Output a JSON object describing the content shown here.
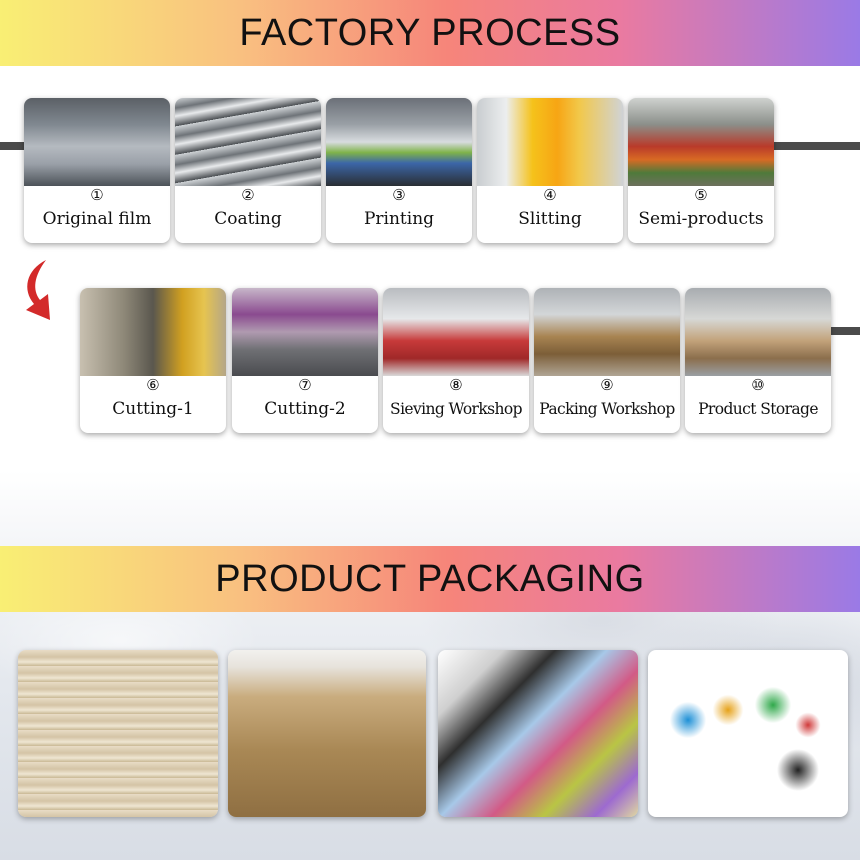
{
  "sections": {
    "factory_title": "FACTORY PROCESS",
    "packaging_title": "PRODUCT PACKAGING"
  },
  "steps": [
    {
      "num": "①",
      "label": "Original film"
    },
    {
      "num": "②",
      "label": "Coating"
    },
    {
      "num": "③",
      "label": "Printing"
    },
    {
      "num": "④",
      "label": "Slitting"
    },
    {
      "num": "⑤",
      "label": "Semi-products"
    },
    {
      "num": "⑥",
      "label": "Cutting-1"
    },
    {
      "num": "⑦",
      "label": "Cutting-2"
    },
    {
      "num": "⑧",
      "label": "Sieving Workshop"
    },
    {
      "num": "⑨",
      "label": "Packing Workshop"
    },
    {
      "num": "⑩",
      "label": "Product Storage"
    }
  ],
  "colors": {
    "banner_gradient": [
      "#f9ef74",
      "#f9c080",
      "#f6857a",
      "#ea7aa0",
      "#9a7ae6"
    ],
    "arrow": "#d32a2a",
    "connector": "#4b4b4b"
  },
  "icons": {
    "flow_arrow": "curved-arrow-icon"
  }
}
